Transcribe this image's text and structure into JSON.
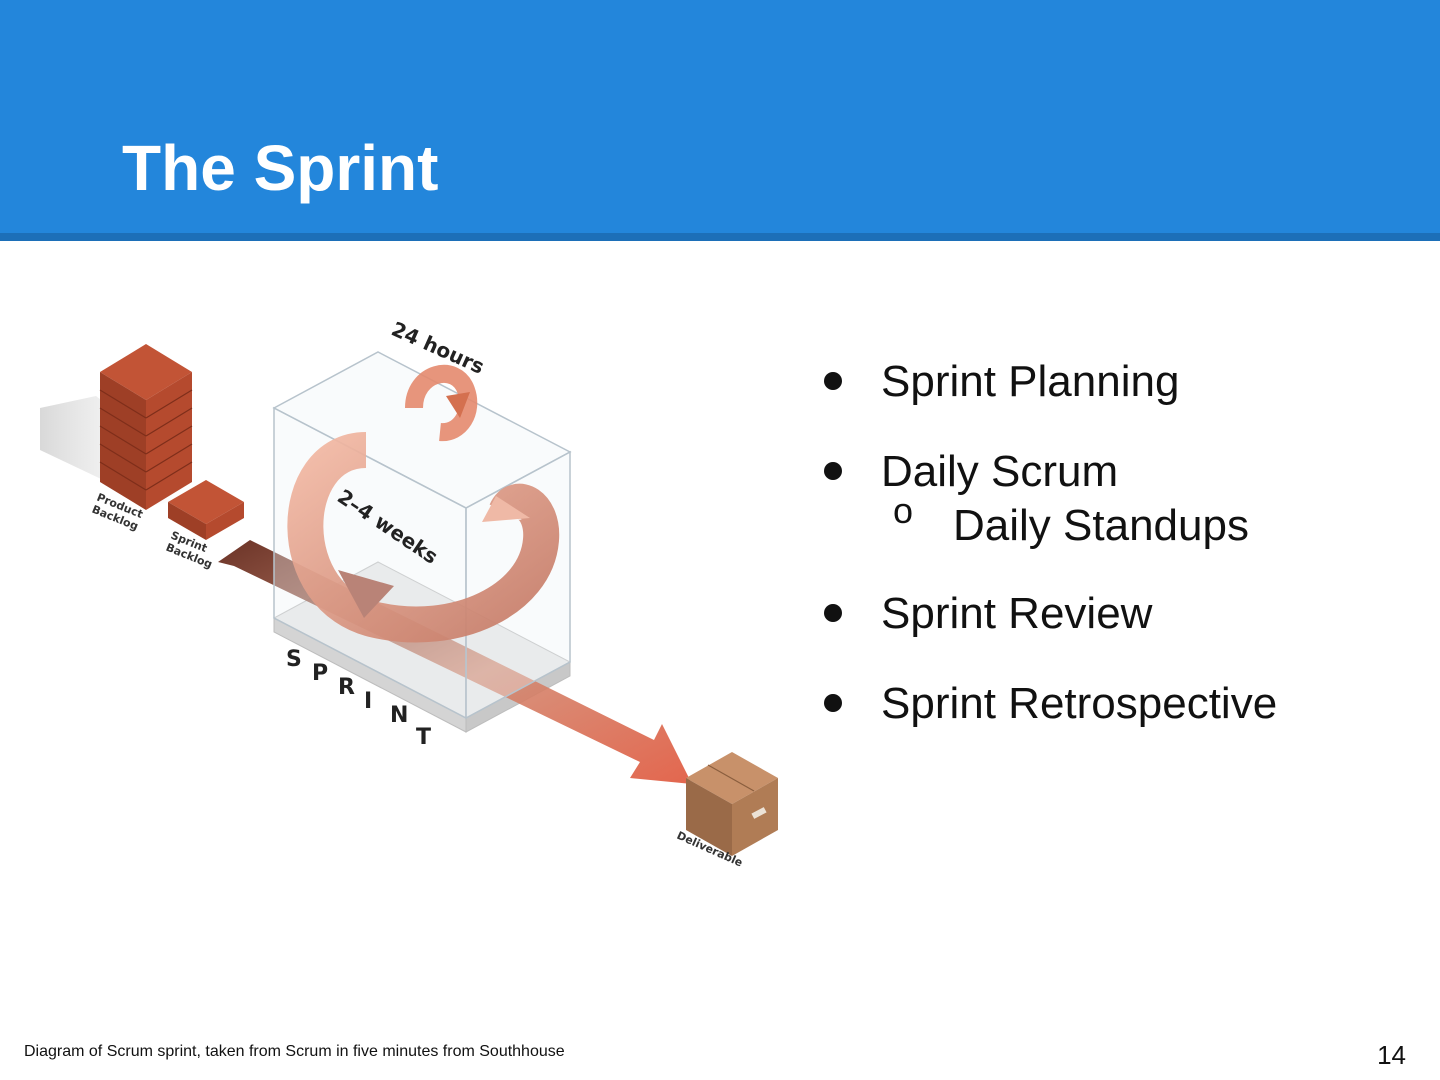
{
  "slide": {
    "title": "The Sprint",
    "bullets": [
      {
        "label": "Sprint Planning"
      },
      {
        "label": "Daily Scrum",
        "sub": "Daily Standups",
        "sub_marker": "o"
      },
      {
        "label": "Sprint Review"
      },
      {
        "label": "Sprint Retrospective"
      }
    ],
    "caption": "Diagram of Scrum sprint, taken from Scrum in five minutes from Southhouse",
    "page_number": "14"
  },
  "diagram": {
    "label_24h": "24 hours",
    "label_weeks": "2–4 weeks",
    "label_sprint_letters": [
      "S",
      "P",
      "R",
      "I",
      "N",
      "T"
    ],
    "label_product_1": "Product",
    "label_product_2": "Backlog",
    "label_sprint_1": "Sprint",
    "label_sprint_2": "Backlog",
    "label_deliverable": "Deliverable"
  },
  "colors": {
    "header_blue": "#2386db",
    "brick": "#b24a2e",
    "arrow": "#e98b6f",
    "box": "#b07c55"
  }
}
